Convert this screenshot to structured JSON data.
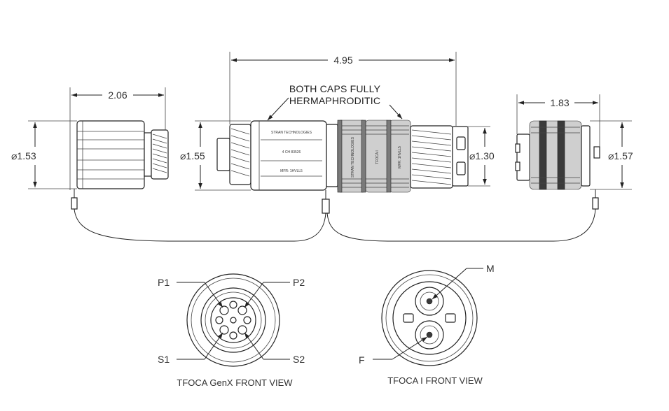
{
  "dimensions": {
    "overall_length": "4.95",
    "left_cap_length": "2.06",
    "right_cap_length": "1.83",
    "left_cap_dia": "⌀1.53",
    "plug_dia": "⌀1.55",
    "receptacle_dia": "⌀1.30",
    "right_cap_dia": "⌀1.57"
  },
  "note": {
    "line1": "BOTH CAPS FULLY",
    "line2": "HERMAPHRODITIC"
  },
  "body_labels": {
    "plug_brand": "STRAN TECHNOLOGIES",
    "plug_part": "4 CH 83526",
    "plug_mfr": "MFR: 1HVLL5",
    "rec_brand": "STRAN TECHNOLOGIES",
    "rec_type": "TFOCA I",
    "rec_mfr": "MFR: 1HVLL5"
  },
  "genx_view": {
    "caption": "TFOCA GenX FRONT VIEW",
    "callouts": [
      "P1",
      "P2",
      "S1",
      "S2"
    ]
  },
  "tfoca1_view": {
    "caption": "TFOCA I FRONT VIEW",
    "callouts": [
      "M",
      "F"
    ]
  }
}
